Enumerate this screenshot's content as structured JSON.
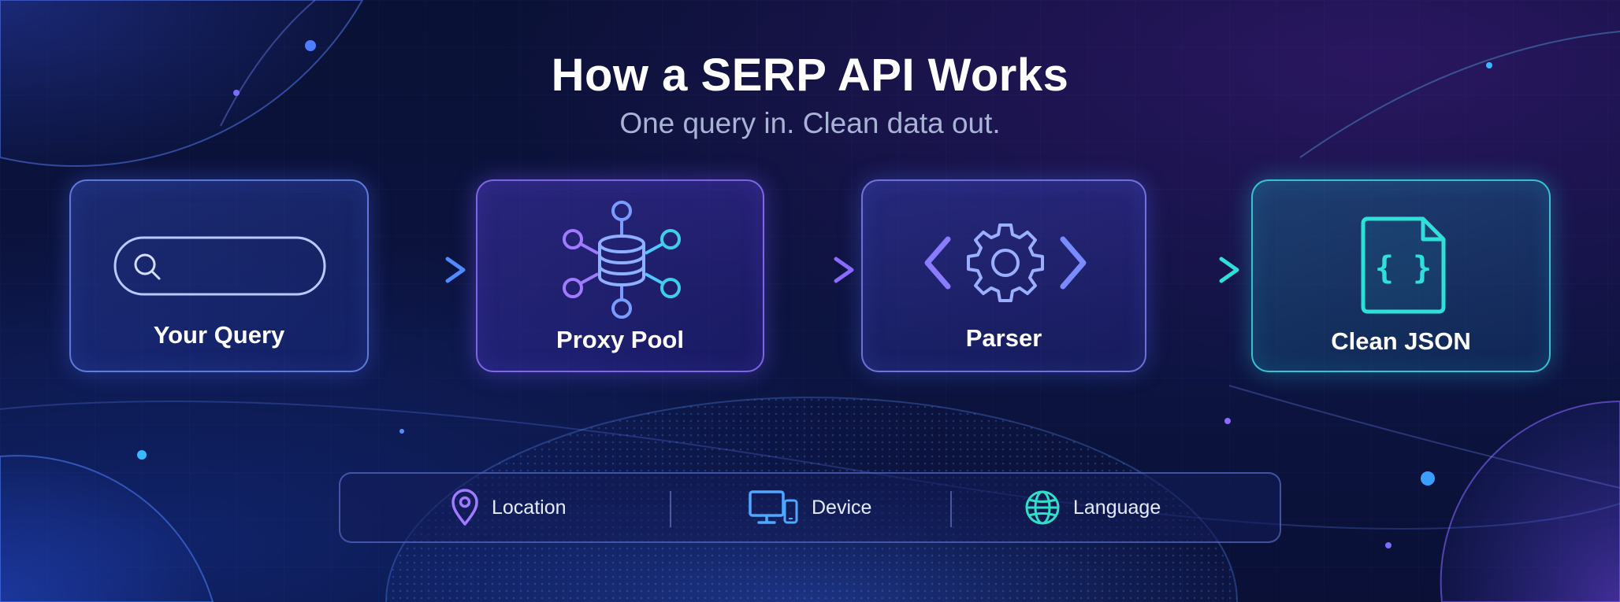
{
  "header": {
    "title": "How a SERP API Works",
    "subtitle": "One query in. Clean data out."
  },
  "steps": [
    {
      "label": "Your Query",
      "icon": "search-bar-icon"
    },
    {
      "label": "Proxy Pool",
      "icon": "database-network-icon"
    },
    {
      "label": "Parser",
      "icon": "gear-code-icon"
    },
    {
      "label": "Clean JSON",
      "icon": "json-file-icon"
    }
  ],
  "json_icon_text": "{ }",
  "options": [
    {
      "label": "Location",
      "icon": "map-pin-icon"
    },
    {
      "label": "Device",
      "icon": "monitor-phone-icon"
    },
    {
      "label": "Language",
      "icon": "globe-icon"
    }
  ],
  "colors": {
    "background": "#0b1238",
    "blue_accent": "#4f8dff",
    "purple_accent": "#8b6cff",
    "cyan_accent": "#2ee0d8"
  }
}
